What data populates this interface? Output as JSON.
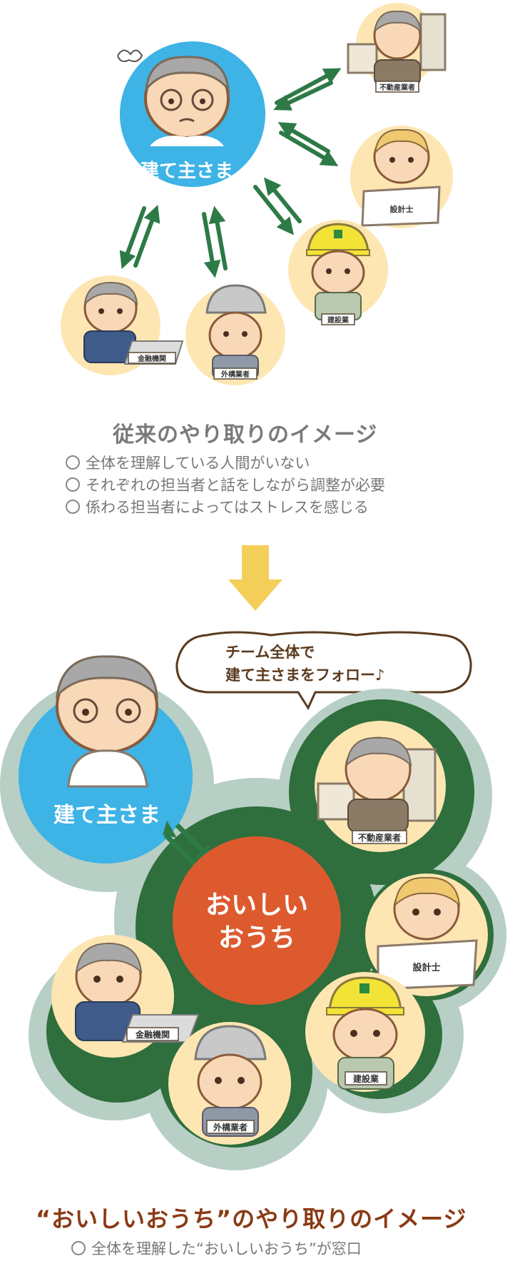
{
  "top": {
    "client_label": "建て主さま",
    "roles": {
      "real_estate": "不動産業者",
      "designer": "設計士",
      "builder": "建設業",
      "finance": "金融機関",
      "exterior": "外構業者"
    }
  },
  "section1": {
    "title": "従来のやり取りのイメージ",
    "bullets": [
      "全体を理解している人間がいない",
      "それぞれの担当者と話をしながら調整が必要",
      "係わる担当者によってはストレスを感じる"
    ]
  },
  "bottom": {
    "bubble_line1": "チーム全体で",
    "bubble_line2": "建て主さまをフォロー♪",
    "client_label": "建て主さま",
    "center_line1": "おいしい",
    "center_line2": "おうち",
    "roles": {
      "real_estate": "不動産業者",
      "designer": "設計士",
      "builder": "建設業",
      "finance": "金融機関",
      "exterior": "外構業者"
    }
  },
  "section2": {
    "title": "“おいしいおうち”のやり取りのイメージ",
    "bullets": [
      "全体を理解した“おいしいおうち”が窓口"
    ]
  },
  "colors": {
    "client_blue": "#3db3e6",
    "arrow_green": "#2d7a47",
    "center_red": "#dd5a2e",
    "team_green": "#2f6e3d",
    "outer_gray": "#b7cfc4",
    "down_arrow": "#f3cf5a"
  }
}
